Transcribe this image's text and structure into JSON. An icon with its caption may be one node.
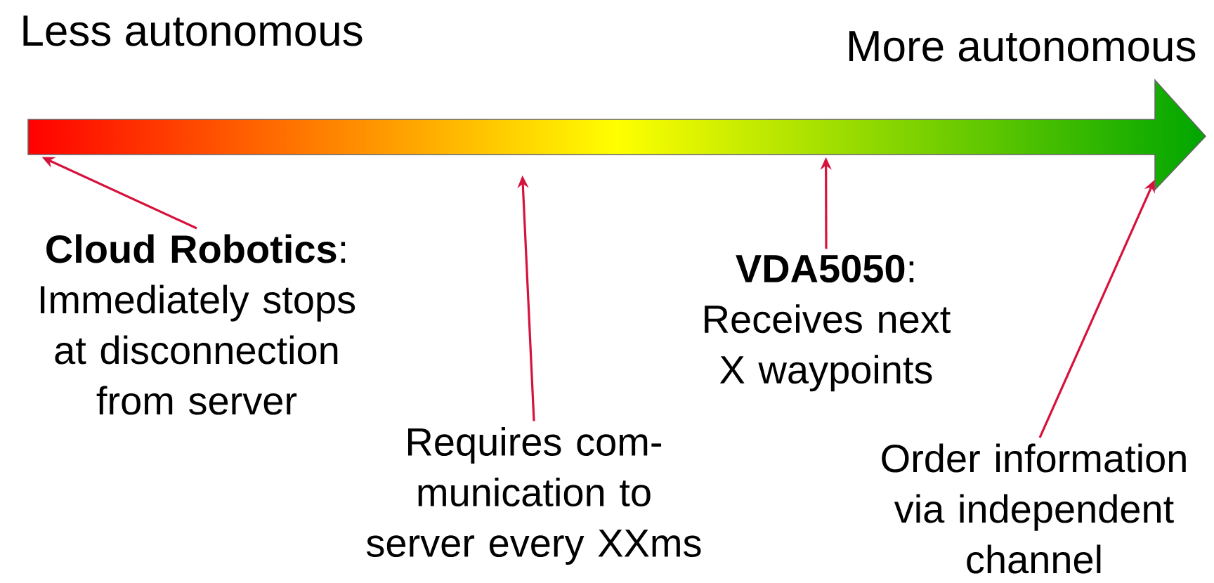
{
  "diagram": {
    "nodes": [
      {
        "text": [],
        "shape": "arrow"
      },
      {
        "text": [
          "**Cloud Robotics**: Immediately stops at disconnection from server"
        ]
      },
      {
        "text": [
          "Requires com-munication to server every XXms"
        ]
      },
      {
        "text": [
          "**VDA5050**: Receives next X waypoints"
        ]
      },
      {
        "text": [
          "Order information via independent channel"
        ]
      }
    ],
    "edges": [
      {
        "from": 1,
        "to": 0,
        "arrow": "to"
      },
      {
        "from": 2,
        "to": 0,
        "arrow": "to"
      },
      {
        "from": 3,
        "to": 0,
        "arrow": "to"
      },
      {
        "from": 4,
        "to": 0,
        "arrow": "to"
      }
    ],
    "labels": [
      "Less autonomous",
      "More autonomous"
    ]
  }
}
